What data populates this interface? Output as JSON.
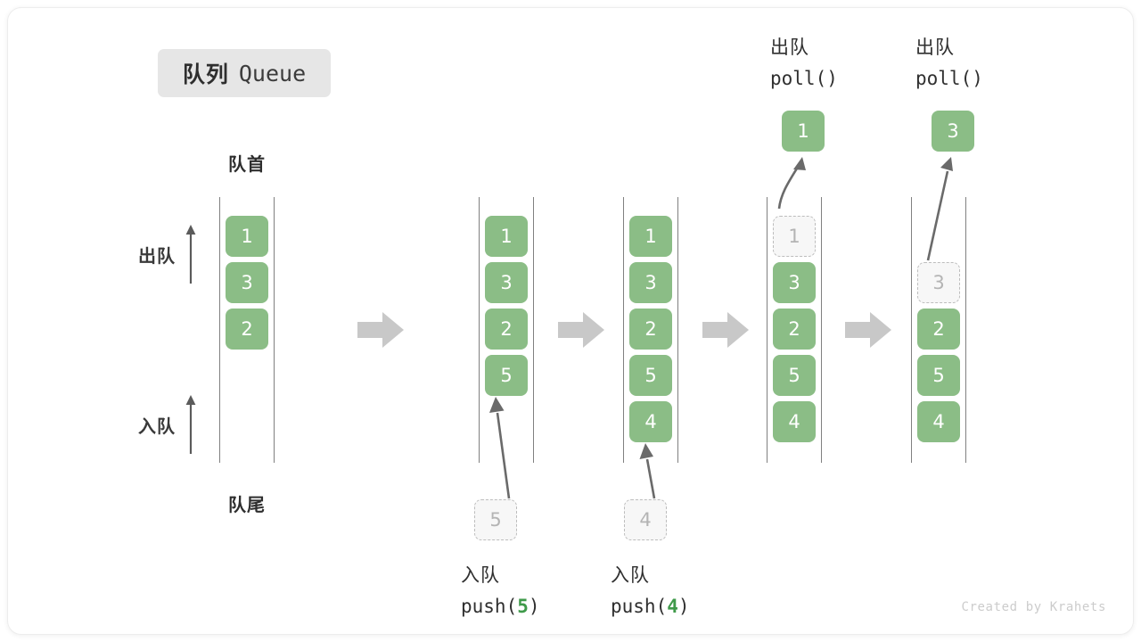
{
  "title": {
    "cn": "队列",
    "en": "Queue"
  },
  "captions": {
    "head": "队首",
    "tail": "队尾"
  },
  "side_ops": [
    {
      "name": "dequeue",
      "label": "出队",
      "icon": "up-arrow-icon"
    },
    {
      "name": "enqueue",
      "label": "入队",
      "icon": "up-arrow-icon"
    }
  ],
  "colors": {
    "cell_fill": "#8bbd86",
    "cell_text": "#ffffff",
    "ghost_fill": "#f7f7f7",
    "ghost_border": "#bdbdbd",
    "ghost_text": "#b4b4b4",
    "rail": "#808080",
    "step_arrow": "#c8c8c8",
    "code_number": "#3f9a4a",
    "badge_bg": "#e6e6e6",
    "text": "#2e2e2e"
  },
  "steps": [
    {
      "id": "state-initial",
      "cells": [
        "1",
        "3",
        "2"
      ],
      "ghost_index": null,
      "incoming": null,
      "outgoing": null,
      "caption_top": null,
      "caption_bottom": null
    },
    {
      "id": "state-after-push-5",
      "cells": [
        "1",
        "3",
        "2",
        "5"
      ],
      "ghost_index": null,
      "incoming": "5",
      "outgoing": null,
      "caption_top": null,
      "caption_bottom": {
        "cn": "入队",
        "code_prefix": "push(",
        "code_value": "5",
        "code_suffix": ")"
      }
    },
    {
      "id": "state-after-push-4",
      "cells": [
        "1",
        "3",
        "2",
        "5",
        "4"
      ],
      "ghost_index": null,
      "incoming": "4",
      "outgoing": null,
      "caption_top": null,
      "caption_bottom": {
        "cn": "入队",
        "code_prefix": "push(",
        "code_value": "4",
        "code_suffix": ")"
      }
    },
    {
      "id": "state-after-poll-1",
      "cells": [
        "1",
        "3",
        "2",
        "5",
        "4"
      ],
      "ghost_index": 0,
      "incoming": null,
      "outgoing": "1",
      "caption_top": {
        "cn": "出队",
        "code_prefix": "poll(",
        "code_value": "",
        "code_suffix": ")"
      },
      "caption_bottom": null
    },
    {
      "id": "state-after-poll-3",
      "cells": [
        "3",
        "2",
        "5",
        "4"
      ],
      "ghost_index": 0,
      "ghost_slot": 1,
      "incoming": null,
      "outgoing": "3",
      "caption_top": {
        "cn": "出队",
        "code_prefix": "poll(",
        "code_value": "",
        "code_suffix": ")"
      },
      "caption_bottom": null
    }
  ],
  "step_arrows": [
    "arrow-right-icon",
    "arrow-right-icon",
    "arrow-right-icon",
    "arrow-right-icon"
  ],
  "watermark": "Created by Krahets"
}
